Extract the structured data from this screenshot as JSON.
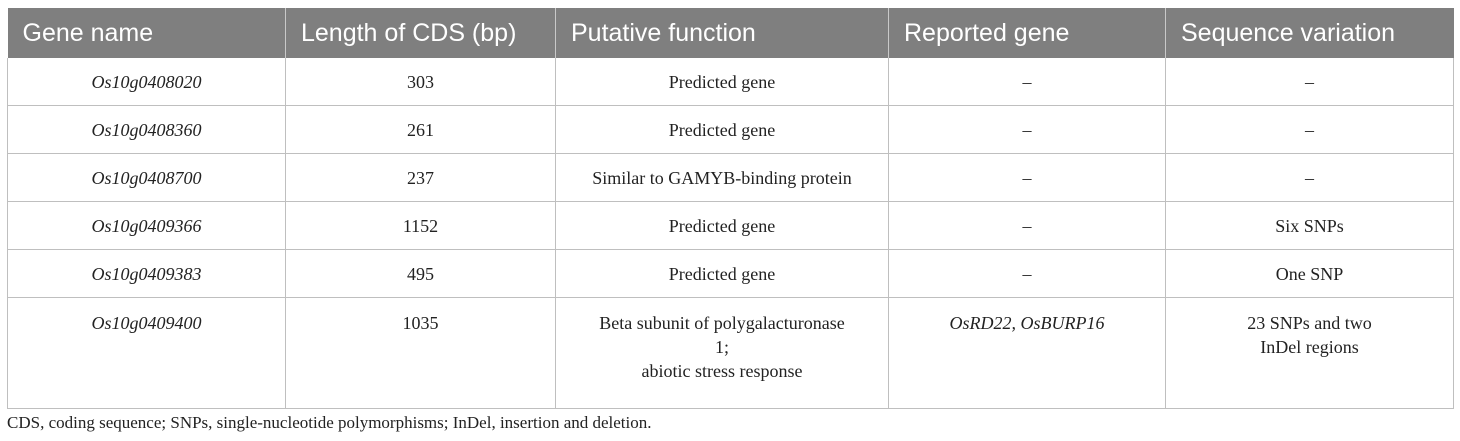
{
  "table": {
    "headers": [
      "Gene name",
      "Length of CDS (bp)",
      "Putative function",
      "Reported gene",
      "Sequence variation"
    ],
    "rows": [
      {
        "gene_name": "Os10g0408020",
        "cds_length": "303",
        "function_lines": [
          "Predicted gene"
        ],
        "reported_gene": "–",
        "variation_lines": [
          "–"
        ]
      },
      {
        "gene_name": "Os10g0408360",
        "cds_length": "261",
        "function_lines": [
          "Predicted gene"
        ],
        "reported_gene": "–",
        "variation_lines": [
          "–"
        ]
      },
      {
        "gene_name": "Os10g0408700",
        "cds_length": "237",
        "function_lines": [
          "Similar to GAMYB-binding protein"
        ],
        "reported_gene": "–",
        "variation_lines": [
          "–"
        ]
      },
      {
        "gene_name": "Os10g0409366",
        "cds_length": "1152",
        "function_lines": [
          "Predicted gene"
        ],
        "reported_gene": "–",
        "variation_lines": [
          "Six SNPs"
        ]
      },
      {
        "gene_name": "Os10g0409383",
        "cds_length": "495",
        "function_lines": [
          "Predicted gene"
        ],
        "reported_gene": "–",
        "variation_lines": [
          "One SNP"
        ]
      },
      {
        "gene_name": "Os10g0409400",
        "cds_length": "1035",
        "function_lines": [
          "Beta subunit of polygalacturonase",
          "1;",
          "abiotic stress response"
        ],
        "reported_gene": "OsRD22, OsBURP16",
        "variation_lines": [
          "23 SNPs and two",
          "InDel regions"
        ]
      }
    ]
  },
  "footnote": "CDS, coding sequence; SNPs, single-nucleotide polymorphisms; InDel, insertion and deletion.",
  "colors": {
    "header_bg": "#7f7f7f",
    "header_text": "#ffffff",
    "grid": "#bfbfbf",
    "body_text": "#222222"
  }
}
